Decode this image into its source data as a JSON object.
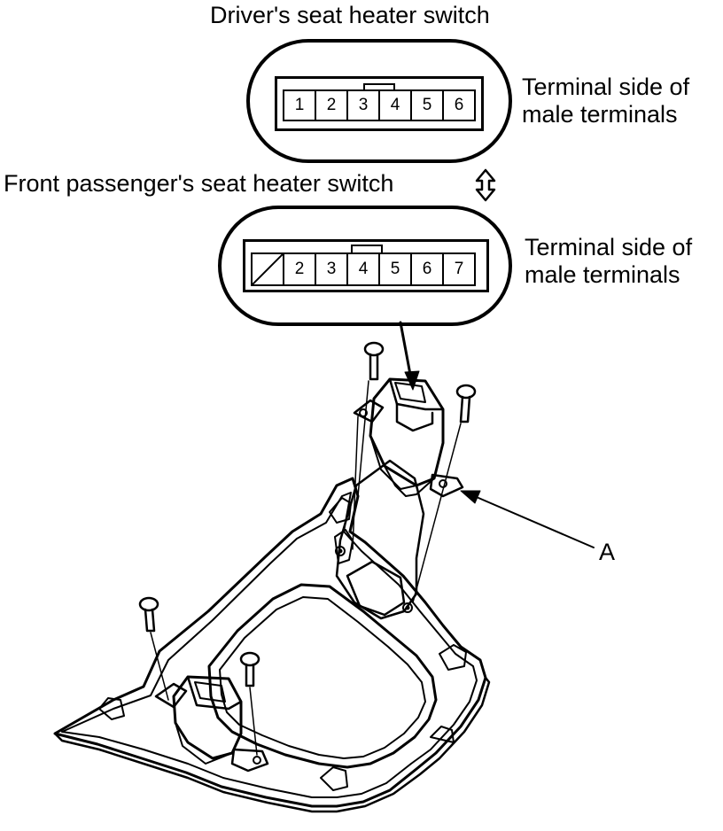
{
  "driver": {
    "title": "Driver's seat heater switch",
    "note": "Terminal side of\nmale terminals",
    "terminals": [
      "1",
      "2",
      "3",
      "4",
      "5",
      "6"
    ]
  },
  "passenger": {
    "title": "Front passenger's seat heater switch",
    "note": "Terminal side of\nmale terminals",
    "terminals": [
      "",
      "2",
      "3",
      "4",
      "5",
      "6",
      "7"
    ]
  },
  "callout": {
    "label": "A"
  },
  "swap_symbol": "⇕"
}
